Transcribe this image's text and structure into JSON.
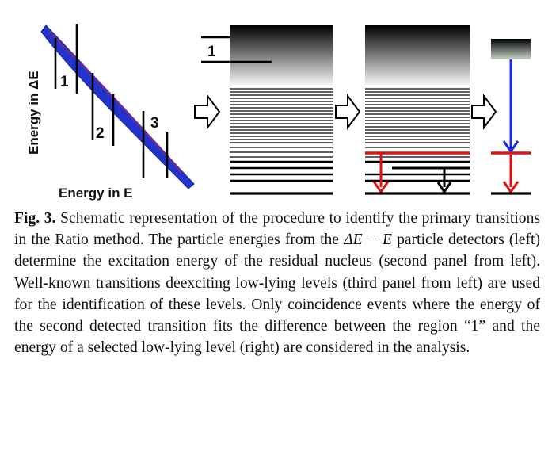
{
  "panel1": {
    "y_axis_label": "Energy in ΔE",
    "x_axis_label": "Energy in E",
    "region_labels": [
      "1",
      "2",
      "3"
    ]
  },
  "panel2": {
    "region_label": "1"
  },
  "colors": {
    "band_outer": "#2233cc",
    "band_inner": "#7a2a8a",
    "red_transition": "#e01010",
    "blue_transition": "#1a2ee0",
    "levels": "#000000"
  },
  "caption": {
    "label": "Fig. 3.",
    "text_1": " Schematic representation of the procedure to identify the primary transitions in the Ratio method. The particle energies from the ",
    "math": "ΔE − E",
    "text_2": " particle detectors (left) determine the excitation energy of the residual nucleus (second panel from left). Well-known transitions deexciting low-lying levels (third panel from left) are used for the identification of these levels. Only coincidence events where the energy of the second detected transition fits the difference between the region “1” and the energy of a selected low-lying level (right) are considered in the analysis."
  }
}
